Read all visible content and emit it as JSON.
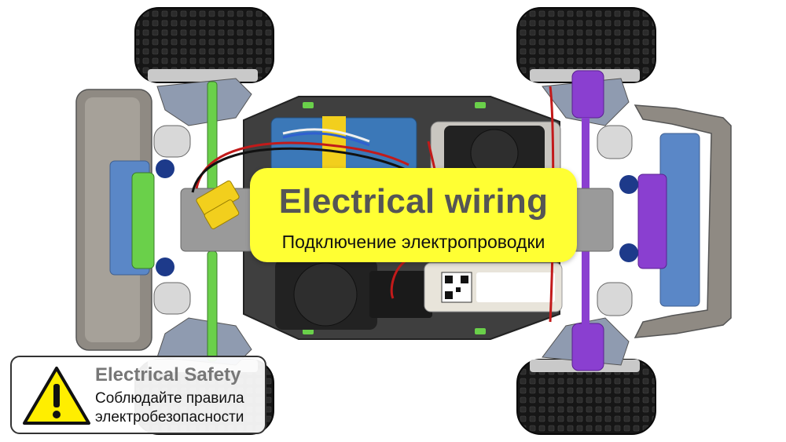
{
  "title_card": {
    "title": "Electrical wiring",
    "subtitle": "Подключение электропроводки"
  },
  "safety_card": {
    "icon": "warning-icon",
    "title": "Electrical Safety",
    "line1": "Соблюдайте правила",
    "line2": "электробезопасности"
  },
  "colors": {
    "title_card_bg": "#ffff33",
    "warning_yellow": "#ffee00",
    "chassis_plate": "#3f3f3f",
    "battery_blue": "#3b78b8",
    "green_parts": "#6ad04a",
    "purple_parts": "#8a3fd0",
    "tire": "#161616"
  }
}
